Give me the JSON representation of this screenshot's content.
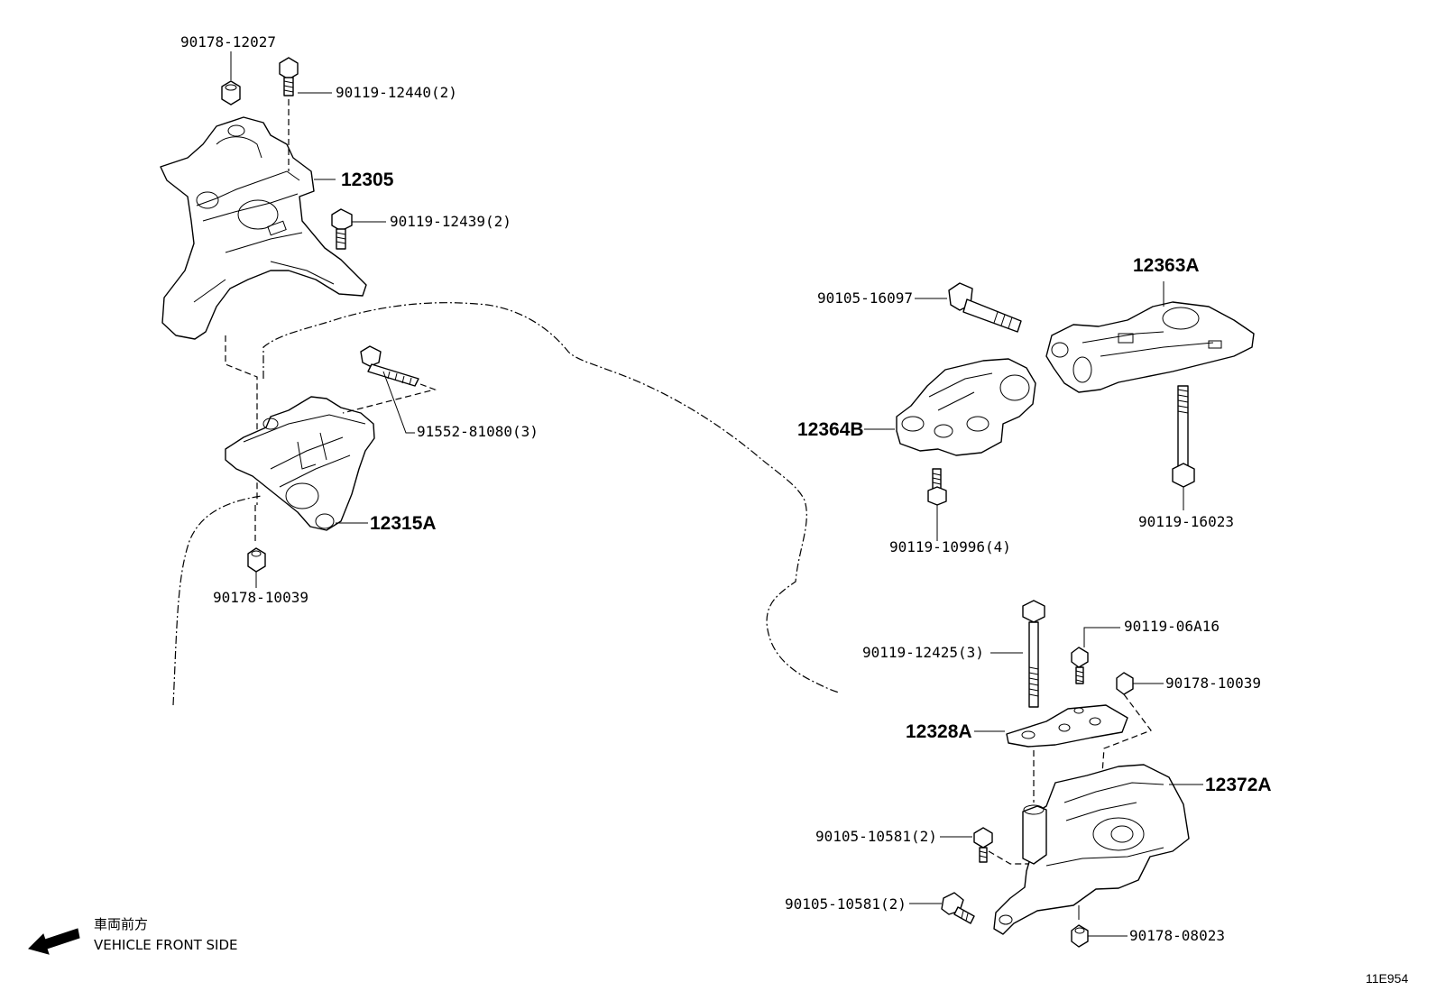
{
  "labels": {
    "p_90178_12027": "90178-12027",
    "p_90119_12440": "90119-12440(2)",
    "p_12305": "12305",
    "p_90119_12439": "90119-12439(2)",
    "p_91552_81080": "91552-81080(3)",
    "p_12315A": "12315A",
    "p_90178_10039_left": "90178-10039",
    "p_90105_16097": "90105-16097",
    "p_12363A": "12363A",
    "p_12364B": "12364B",
    "p_90119_10996": "90119-10996(4)",
    "p_90119_16023": "90119-16023",
    "p_90119_06A16": "90119-06A16",
    "p_90119_12425": "90119-12425(3)",
    "p_90178_10039_right": "90178-10039",
    "p_12328A": "12328A",
    "p_12372A": "12372A",
    "p_90105_10581_a": "90105-10581(2)",
    "p_90105_10581_b": "90105-10581(2)",
    "p_90178_08023": "90178-08023"
  },
  "direction": {
    "label_jp": "車両前方",
    "label_en": "VEHICLE FRONT SIDE"
  },
  "figure_code": "11E954"
}
